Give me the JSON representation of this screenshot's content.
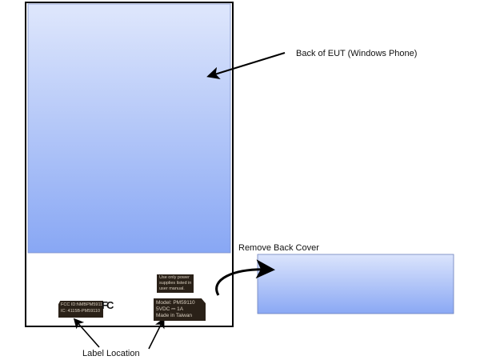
{
  "annotations": {
    "back_of_eut": "Back of EUT (Windows Phone)",
    "remove_back_cover": "Remove Back Cover",
    "label_location": "Label Location"
  },
  "fcc_label": {
    "line1": "FCC ID:NMBPM59110",
    "line2": "IC: 4115B-PM59110",
    "logo": "FC"
  },
  "warning_label": {
    "line1": "Use only power",
    "line2": "supplies listed in",
    "line3": "user manual."
  },
  "model_label": {
    "line1": "Model: PM59110",
    "line2": "5VDC ⎓ 1A",
    "line3": "Made in Taiwan"
  },
  "colors": {
    "gradient_top": "#dde6fc",
    "gradient_bottom": "#8aa8f4",
    "outline": "#000000"
  }
}
